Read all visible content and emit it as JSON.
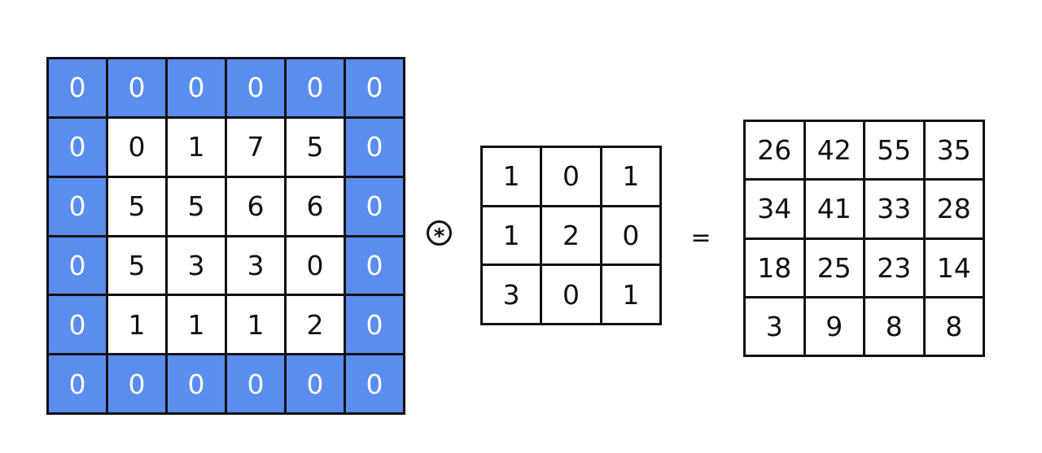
{
  "input_matrix": {
    "rows": [
      [
        "0",
        "0",
        "0",
        "0",
        "0",
        "0"
      ],
      [
        "0",
        "0",
        "1",
        "7",
        "5",
        "0"
      ],
      [
        "0",
        "5",
        "5",
        "6",
        "6",
        "0"
      ],
      [
        "0",
        "5",
        "3",
        "3",
        "0",
        "0"
      ],
      [
        "0",
        "1",
        "1",
        "1",
        "2",
        "0"
      ],
      [
        "0",
        "0",
        "0",
        "0",
        "0",
        "0"
      ]
    ],
    "padding_color": "#5b8def",
    "padding_width": 1
  },
  "operator": {
    "symbol": "*"
  },
  "kernel_matrix": {
    "rows": [
      [
        "1",
        "0",
        "1"
      ],
      [
        "1",
        "2",
        "0"
      ],
      [
        "3",
        "0",
        "1"
      ]
    ]
  },
  "equals_sign": "=",
  "output_matrix": {
    "rows": [
      [
        "26",
        "42",
        "55",
        "35"
      ],
      [
        "34",
        "41",
        "33",
        "28"
      ],
      [
        "18",
        "25",
        "23",
        "14"
      ],
      [
        "3",
        "9",
        "8",
        "8"
      ]
    ]
  }
}
